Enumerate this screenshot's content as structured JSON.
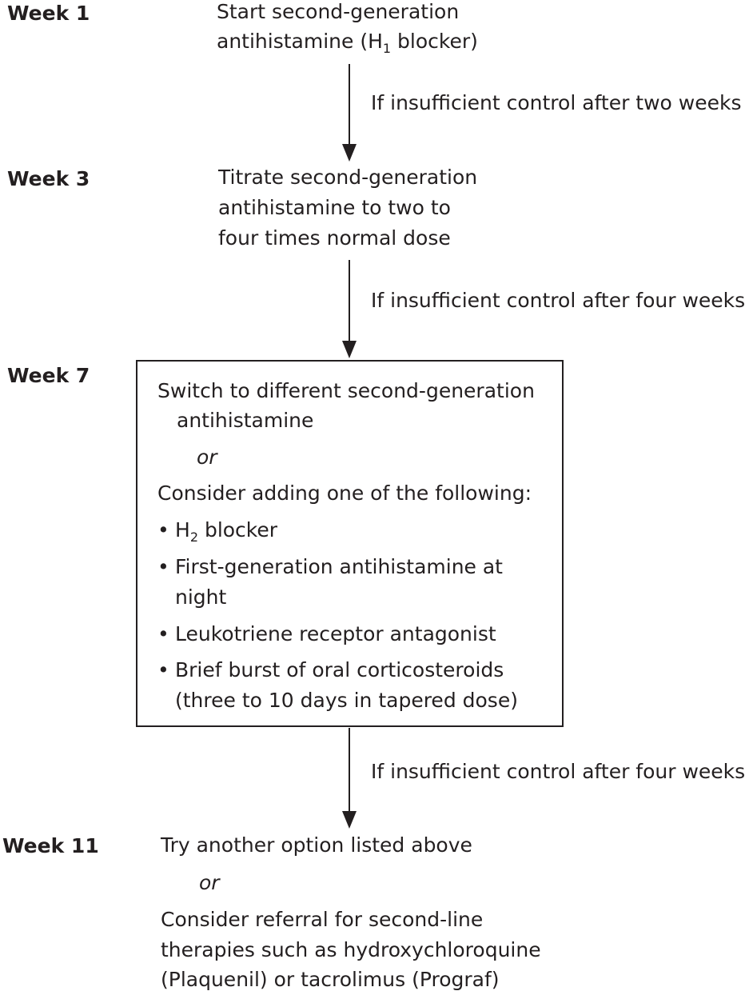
{
  "steps": {
    "week1": {
      "label": "Week 1",
      "line1": "Start second-generation",
      "line2_pre": "antihistamine (H",
      "line2_sub": "1",
      "line2_post": " blocker)"
    },
    "week3": {
      "label": "Week 3",
      "line1": "Titrate second-generation",
      "line2": "antihistamine to two to",
      "line3": "four times normal dose"
    },
    "week7": {
      "label": "Week 7",
      "switch_line1": "Switch to different second-generation",
      "switch_line2": "antihistamine",
      "or": "or",
      "consider": "Consider adding one of the following:",
      "bullets": [
        {
          "pre": "H",
          "sub": "2",
          "post": " blocker"
        },
        {
          "line1": "First-generation antihistamine at",
          "line2": "night"
        },
        {
          "line1": "Leukotriene receptor antagonist"
        },
        {
          "line1": "Brief burst of oral corticosteroids",
          "line2": "(three to 10 days in tapered dose)"
        }
      ]
    },
    "week11": {
      "label": "Week 11",
      "line1": "Try another option listed above",
      "or": "or",
      "line2": "Consider referral for second-line",
      "line3": "therapies such as hydroxychloroquine",
      "line4": "(Plaquenil) or tacrolimus (Prograf)"
    }
  },
  "conditions": {
    "c1": "If insufficient control after two weeks",
    "c2": "If insufficient control after four weeks",
    "c3": "If insufficient control after four weeks"
  },
  "bullet_glyph": "•"
}
